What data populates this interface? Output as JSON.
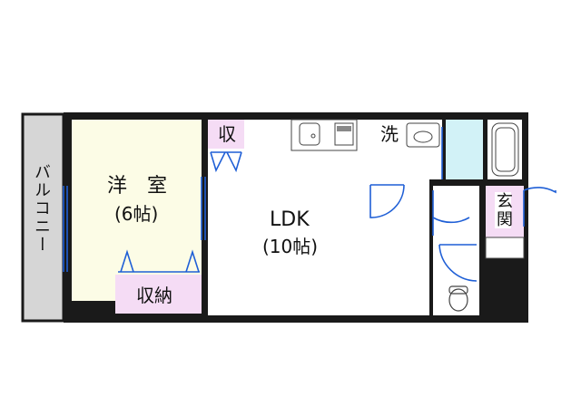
{
  "floor_plan": {
    "rooms": {
      "balcony": "バルコニー",
      "western_room_name": "洋　室",
      "western_room_size": "(6帖)",
      "ldk_name": "LDK",
      "ldk_size": "(10帖)",
      "storage_main": "収納",
      "storage_small": "収",
      "washroom": "洗",
      "entrance": "玄関"
    },
    "colors": {
      "wall": "#1a1a1a",
      "western_room_floor": "#fcfce6",
      "storage_floor": "#f5dcf5",
      "bath_floor": "#d2f2f7",
      "balcony_floor": "#d6d6d6",
      "door_line": "#1f5fd6"
    }
  }
}
